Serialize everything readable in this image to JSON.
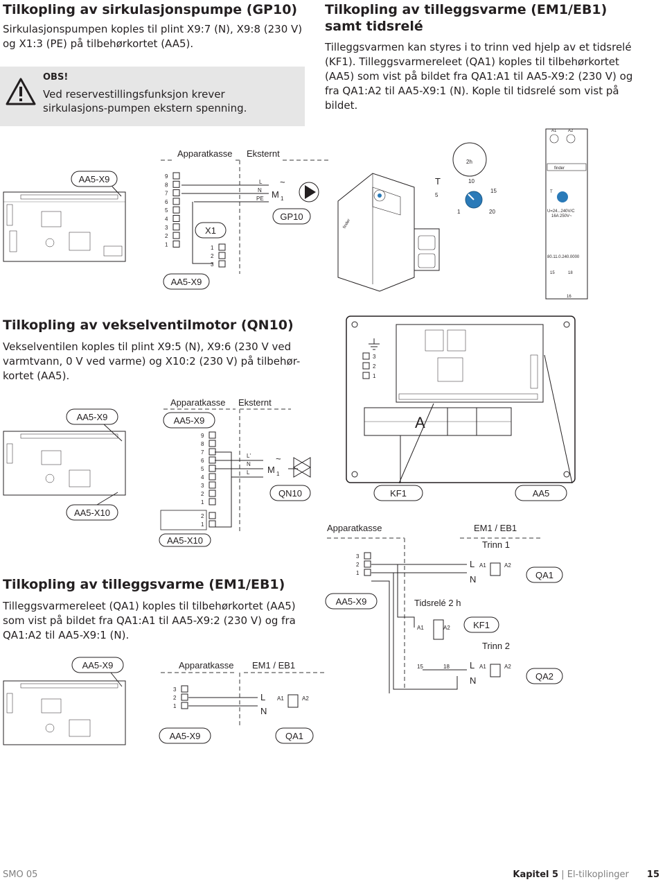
{
  "sections": {
    "gp10": {
      "title": "Tilkopling av sirkulasjonspumpe (GP10)",
      "body": "Sirkulasjonspumpen koples til plint X9:7 (N), X9:8 (230 V) og X1:3 (PE) på tilbehørkortet (AA5).",
      "warning_title": "OBS!",
      "warning_text": "Ved reservestillingsfunksjon krever sirkulasjons-pumpen ekstern spenning."
    },
    "em1_timer": {
      "title": "Tilkopling av tilleggsvarme (EM1/EB1) samt tidsrelé",
      "body": "Tilleggsvarmen kan styres i to trinn ved hjelp av et tidsrelé (KF1). Tilleggsvarmereleet (QA1) koples til tilbehørkortet (AA5) som vist på bildet fra QA1:A1 til AA5-X9:2 (230 V) og fra QA1:A2 til AA5-X9:1 (N). Kople til tidsrelé som vist på bildet."
    },
    "qn10": {
      "title": "Tilkopling av vekselventilmotor (QN10)",
      "body": "Vekselventilen koples til plint X9:5 (N), X9:6 (230 V ved varmtvann, 0 V ved varme) og X10:2 (230 V) på tilbehør-kortet (AA5)."
    },
    "em1": {
      "title": "Tilkopling av tilleggsvarme (EM1/EB1)",
      "body": "Tilleggsvarmereleet (QA1) koples til tilbehørkortet (AA5) som vist på bildet fra QA1:A1 til AA5-X9:2 (230 V) og fra QA1:A2 til AA5-X9:1 (N)."
    }
  },
  "diagram1": {
    "apparatkasse": "Apparatkasse",
    "eksternt": "Eksternt",
    "aa5x9": "AA5-X9",
    "x1": "X1",
    "gp10": "GP10",
    "motor": "M",
    "motor_num": "1",
    "terminals": [
      "9",
      "8",
      "7",
      "6",
      "5",
      "4",
      "3",
      "2",
      "1"
    ],
    "x1_terminals": [
      "1",
      "2",
      "3"
    ],
    "wires": [
      "L",
      "N",
      "PE"
    ],
    "dial_t": "T",
    "dial_marks": [
      "10",
      "15",
      "20",
      "5",
      "1"
    ],
    "dial_2h": "2h",
    "relay_a": [
      "A1",
      "A2"
    ],
    "relay_b": [
      "15",
      "18"
    ],
    "relay_c": "16",
    "relay_brand": "finder",
    "relay_code": "80.11.0.240.0000",
    "relay_spec": "U=24...240V/C",
    "relay_spec2": "16A 250V~"
  },
  "diagram2": {
    "apparatkasse": "Apparatkasse",
    "eksternt": "Eksternt",
    "aa5x9": "AA5-X9",
    "aa5x10": "AA5-X10",
    "qn10": "QN10",
    "terminals": [
      "9",
      "8",
      "7",
      "6",
      "5",
      "4",
      "3",
      "2",
      "1"
    ],
    "x10_terminals": [
      "2",
      "1"
    ],
    "wires": [
      "L'",
      "N",
      "L"
    ],
    "motor": "M",
    "motor_num": "1"
  },
  "diagram_box": {
    "kf1": "KF1",
    "aa5": "AA5",
    "terminals": [
      "3",
      "2",
      "1"
    ],
    "relay_letter": "A"
  },
  "diagram3": {
    "apparatkasse": "Apparatkasse",
    "em1eb1": "EM1 / EB1",
    "trinn1": "Trinn 1",
    "trinn2": "Trinn 2",
    "aa5x9": "AA5-X9",
    "timer": "Tidsrelé 2 h",
    "kf1": "KF1",
    "qa1": "QA1",
    "qa2": "QA2",
    "terminals": [
      "3",
      "2",
      "1"
    ],
    "l": "L",
    "n": "N",
    "a1": "A1",
    "a2": "A2",
    "t15": "15",
    "t18": "18"
  },
  "diagram4": {
    "apparatkasse": "Apparatkasse",
    "em1eb1": "EM1 / EB1",
    "aa5x9": "AA5-X9",
    "qa1": "QA1",
    "terminals": [
      "3",
      "2",
      "1"
    ],
    "l": "L",
    "n": "N",
    "a1": "A1",
    "a2": "A2"
  },
  "footer": {
    "doc": "SMO 05",
    "chapter": "Kapitel 5",
    "sep": " | ",
    "section": "El-tilkoplinger",
    "page": "15"
  },
  "colors": {
    "text": "#231f20",
    "warning_bg": "#e6e6e6",
    "footer_gray": "#808080",
    "accent_blue": "#2a7ab8"
  }
}
